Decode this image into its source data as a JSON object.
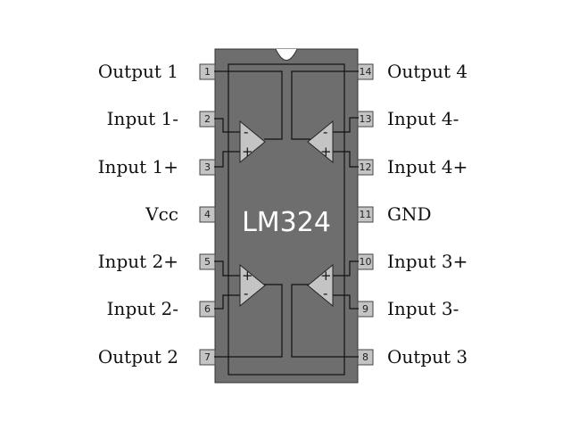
{
  "chip": {
    "name": "LM324",
    "body_color": "#6e6e6e",
    "pin_color": "#c4c4c4",
    "amp_color": "#c4c4c4"
  },
  "pins_left": [
    {
      "num": "1",
      "label": "Output 1"
    },
    {
      "num": "2",
      "label": "Input 1-"
    },
    {
      "num": "3",
      "label": "Input 1+"
    },
    {
      "num": "4",
      "label": "Vcc"
    },
    {
      "num": "5",
      "label": "Input 2+"
    },
    {
      "num": "6",
      "label": "Input 2-"
    },
    {
      "num": "7",
      "label": "Output 2"
    }
  ],
  "pins_right": [
    {
      "num": "14",
      "label": "Output 4"
    },
    {
      "num": "13",
      "label": "Input 4-"
    },
    {
      "num": "12",
      "label": "Input 4+"
    },
    {
      "num": "11",
      "label": "GND"
    },
    {
      "num": "10",
      "label": "Input 3+"
    },
    {
      "num": "9",
      "label": "Input 3-"
    },
    {
      "num": "8",
      "label": "Output 3"
    }
  ],
  "amps": {
    "plus": "+",
    "minus": "-"
  }
}
